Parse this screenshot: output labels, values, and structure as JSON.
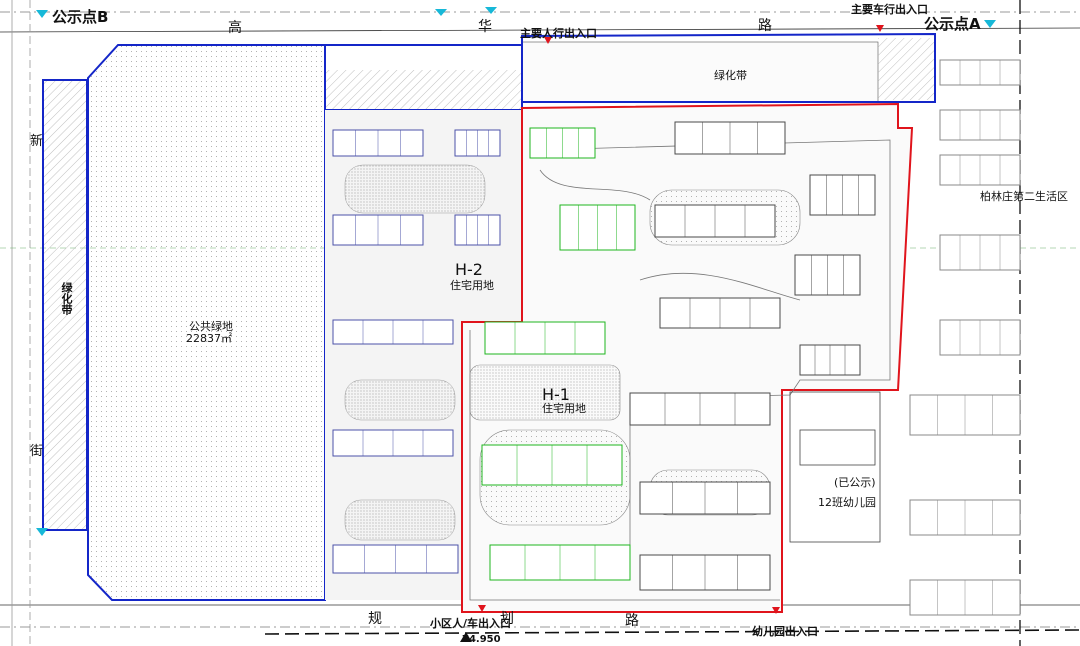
{
  "markers": {
    "public_b": "公示点B",
    "public_a": "公示点A"
  },
  "roads": {
    "north_chars": [
      "高",
      "华",
      "路"
    ],
    "south_chars": [
      "规",
      "划",
      "路"
    ],
    "west_chars": [
      "新",
      "街"
    ],
    "west_strip": "绿化带"
  },
  "entrances": {
    "main_pedestrian": "主要人行出入口",
    "main_vehicle": "主要车行出入口",
    "community": "小区人/车出入口",
    "kindergarten": "幼儿园出入口"
  },
  "zones": {
    "green_belt": "绿化带",
    "park_name": "公共绿地",
    "park_area": "22837㎡",
    "h2_code": "H-2",
    "h2_use": "住宅用地",
    "h1_code": "H-1",
    "h1_use": "住宅用地",
    "kg_status": "(已公示)",
    "kg_name": "12班幼儿园",
    "east_community": "柏林庄第二生活区"
  },
  "elevation": "74.950",
  "colors": {
    "blue_boundary": "#1426c8",
    "red_boundary": "#e0141c",
    "green_building": "#1fb61f",
    "building_gray": "#4a4a4a",
    "hatch": "#9a9a9a"
  }
}
